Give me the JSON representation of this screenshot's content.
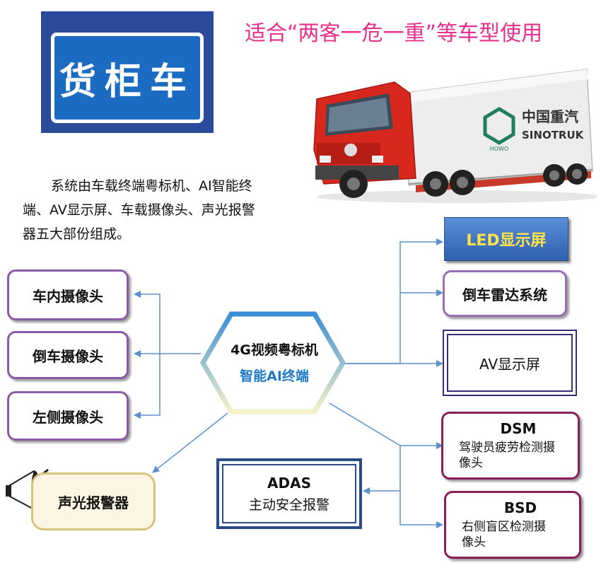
{
  "sign": {
    "label": "货柜车"
  },
  "headline": "适合“两客一危一重”等车型使用",
  "truck": {
    "brand_cn": "中国重汽",
    "brand_en": "SINOTRUK",
    "badge": "HOWO"
  },
  "intro": "系统由车载终端粤标机、AI智能终端、AV显示屏、车载摄像头、声光报警器五大部份组成。",
  "hub": {
    "title": "4G视频粤标机",
    "subtitle": "智能AI终端"
  },
  "left_nodes": [
    "车内摄像头",
    "倒车摄像头",
    "左侧摄像头"
  ],
  "alarm": {
    "label": "声光报警器"
  },
  "adas": {
    "title": "ADAS",
    "subtitle": "主动安全报警"
  },
  "right_nodes": {
    "led": "LED显示屏",
    "radar": "倒车雷达系统",
    "av": "AV显示屏",
    "dsm": {
      "title": "DSM",
      "subtitle": "驾驶员疲劳检测摄像头"
    },
    "bsd": {
      "title": "BSD",
      "subtitle": "右侧盲区检测摄像头"
    }
  },
  "colors": {
    "headline": "#e8308c",
    "sign_blue": "#1c6bc3",
    "connector": "#5b8fd0",
    "left_border": "#8a5aa6",
    "right_border": "#8a1e5a",
    "led_text": "#ffe24a",
    "hub_sub": "#1e78c8"
  }
}
